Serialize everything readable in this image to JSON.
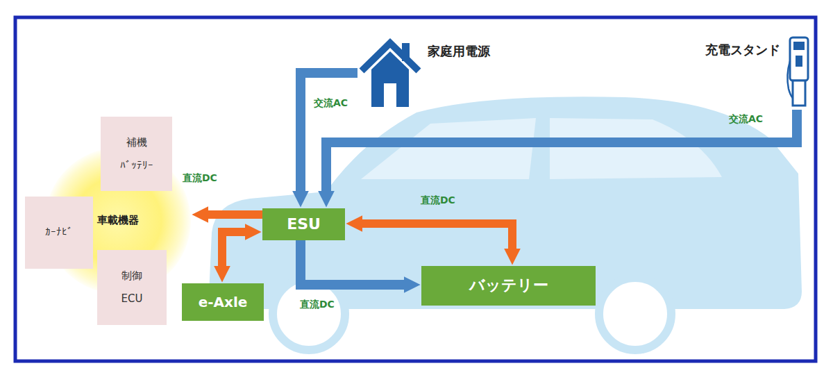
{
  "diagram": {
    "nodes": [
      {
        "text": [
          "家庭用電源"
        ]
      },
      {
        "text": [
          "充電スタンド"
        ]
      },
      {
        "text": [
          "補機 ﾊﾞｯﾃﾘｰ"
        ]
      },
      {
        "text": [
          "ｶｰﾅﾋﾞ"
        ]
      },
      {
        "text": [
          "車載機器"
        ]
      },
      {
        "text": [
          "制御 ECU"
        ]
      },
      {
        "text": [
          "ESU"
        ]
      },
      {
        "text": [
          "e-Axle"
        ]
      },
      {
        "text": [
          "バッテリー"
        ]
      }
    ],
    "edges": [
      {
        "from": 0,
        "to": 6,
        "label": "交流AC",
        "arrow": "to"
      },
      {
        "from": 1,
        "to": 6,
        "label": "交流AC",
        "arrow": "to"
      },
      {
        "from": 6,
        "to": 4,
        "label": "直流DC",
        "arrow": "to"
      },
      {
        "from": 6,
        "to": 7,
        "arrow": "both"
      },
      {
        "from": 6,
        "to": 8,
        "label": "直流DC",
        "arrow": "both"
      },
      {
        "from": 6,
        "to": 8,
        "label": "直流DC",
        "arrow": "to"
      }
    ]
  }
}
